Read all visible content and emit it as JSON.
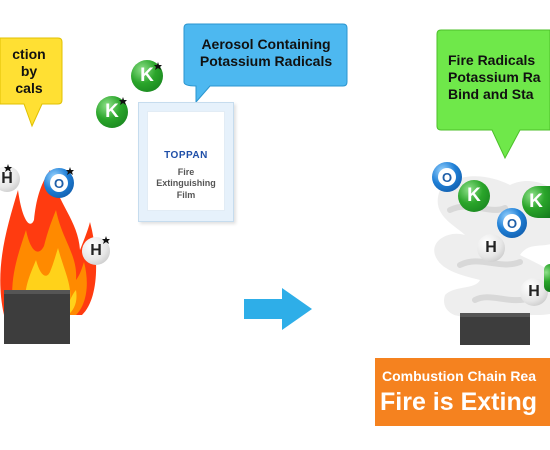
{
  "callouts": {
    "left": [
      "ction",
      "by",
      "cals"
    ],
    "aerosol": [
      "Aerosol Containing",
      "Potassium Radicals"
    ],
    "right": [
      "Fire Radicals",
      "Potassium Ra",
      "Bind and Sta"
    ]
  },
  "film": {
    "brand": "TOPPAN",
    "label": [
      "Fire",
      "Extinguishing",
      "Film"
    ]
  },
  "radicals": {
    "k": "K",
    "o": "O",
    "h": "H"
  },
  "result": {
    "line1": "Combustion Chain Rea",
    "line2": "Fire is Exting"
  },
  "colors": {
    "yellow": "#ffe033",
    "blue": "#4db8f0",
    "green": "#6fe84a",
    "orange": "#f5821f",
    "arrow": "#2eaee8",
    "burner": "#3d3d3d"
  }
}
